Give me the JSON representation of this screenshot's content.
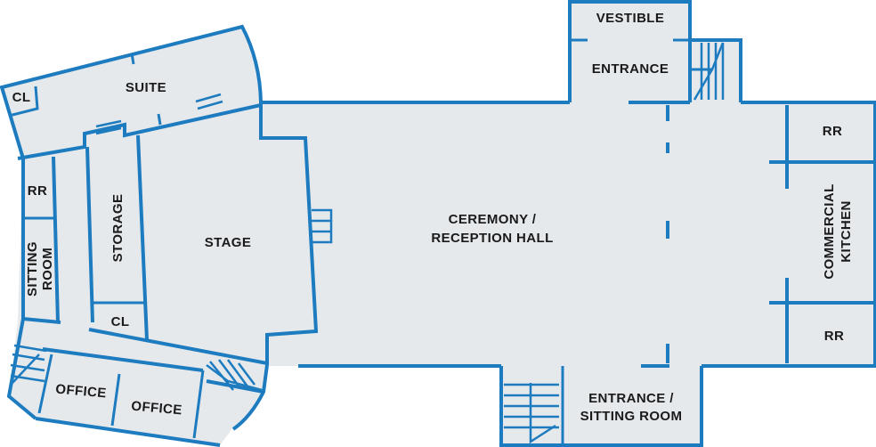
{
  "rooms": {
    "vestible": "VESTIBLE",
    "entrance": "ENTRANCE",
    "suite": "SUITE",
    "closet_top": "CL",
    "restroom_left": "RR",
    "storage": "STORAGE",
    "stage": "STAGE",
    "sitting_room_line1": "SITTING",
    "sitting_room_line2": "ROOM",
    "closet_bottom": "CL",
    "office_1": "OFFICE",
    "office_2": "OFFICE",
    "hall_line1": "CEREMONY /",
    "hall_line2": "RECEPTION HALL",
    "restroom_top_right": "RR",
    "kitchen_line1": "COMMERCIAL",
    "kitchen_line2": "KITCHEN",
    "restroom_bottom_right": "RR",
    "entrance_sitting_line1": "ENTRANCE /",
    "entrance_sitting_line2": "SITTING ROOM"
  },
  "colors": {
    "wall": "#1d7bbf",
    "floor": "#e6e9ec",
    "label": "#1a1a1a"
  }
}
